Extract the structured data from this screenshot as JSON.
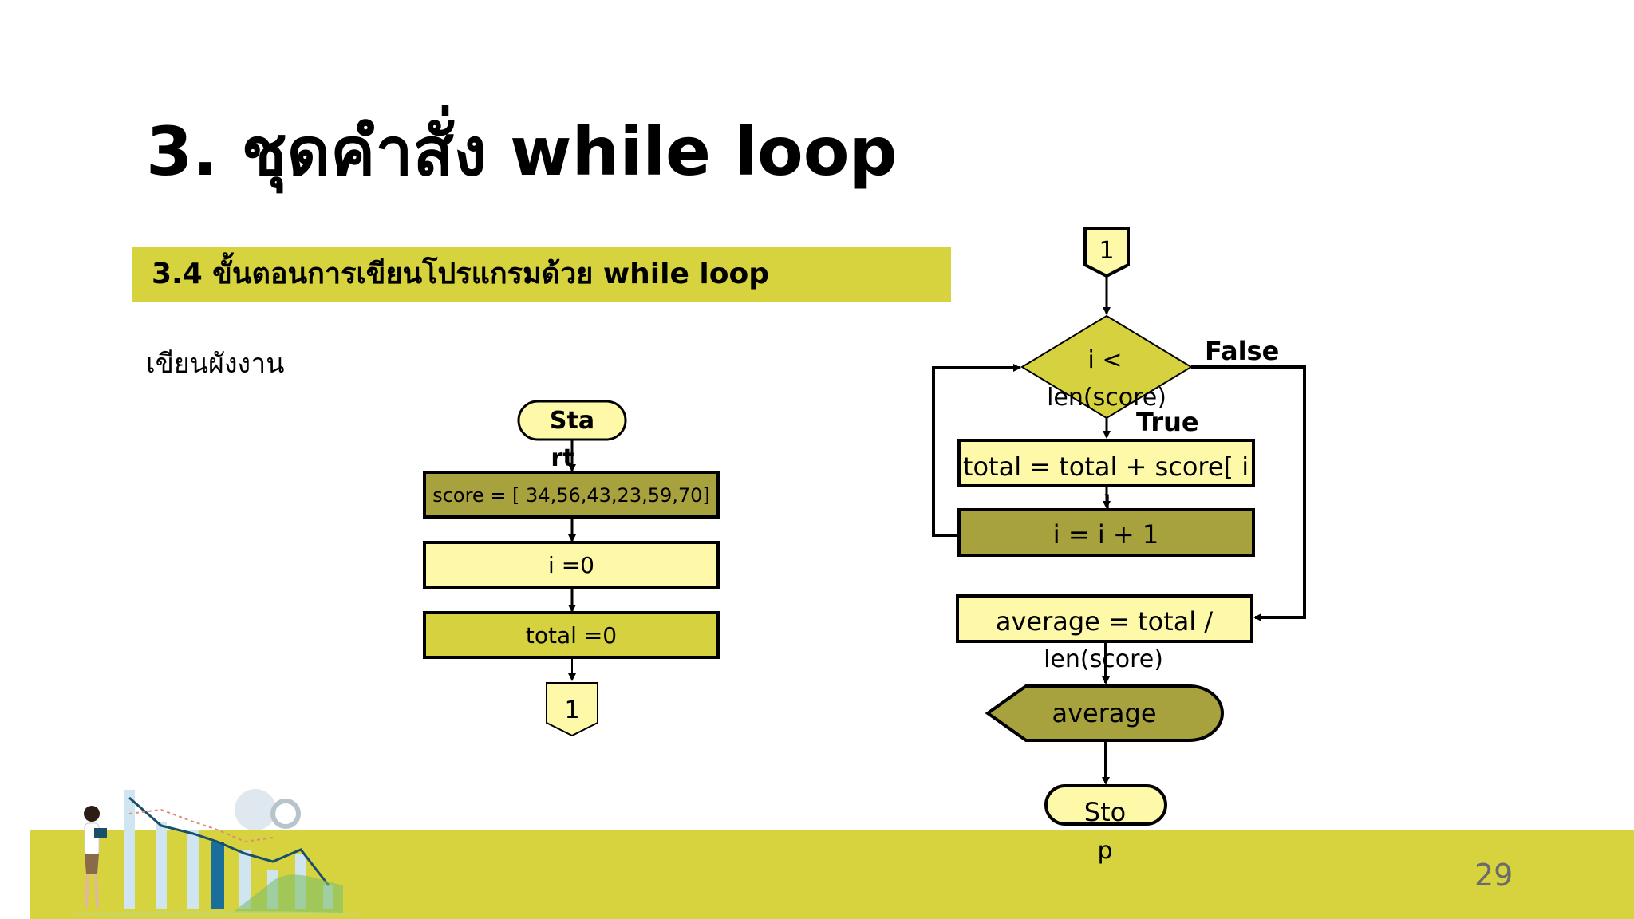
{
  "slide": {
    "title": "3. ชุดคำสั่ง while loop",
    "section": "3.4 ขั้นตอนการเขียนโปรแกรมด้วย while loop",
    "subtitle": "เขียนผังงาน",
    "page_number": "29"
  },
  "flowchart_left": {
    "start_line1": "Sta",
    "start_line2": "rt",
    "assign_score": "score = [ 34,56,43,23,59,70]",
    "assign_i": "i =0",
    "assign_total": "total =0",
    "connector": "1"
  },
  "flowchart_right": {
    "connector": "1",
    "condition_line1": "i <",
    "condition_line2": "len(score)",
    "label_false": "False",
    "label_true": "True",
    "accumulate_line1": "total = total + score[ i",
    "accumulate_line2": "]",
    "increment": "i = i + 1",
    "average_line1": "average = total /",
    "average_line2": "len(score)",
    "output": "average",
    "stop_line1": "Sto",
    "stop_line2": "p"
  },
  "colors": {
    "accent": "#d7d33f",
    "light_fill": "#fdf9a8",
    "dark_fill": "#a8a23e",
    "mid_fill": "#d6d13e"
  }
}
